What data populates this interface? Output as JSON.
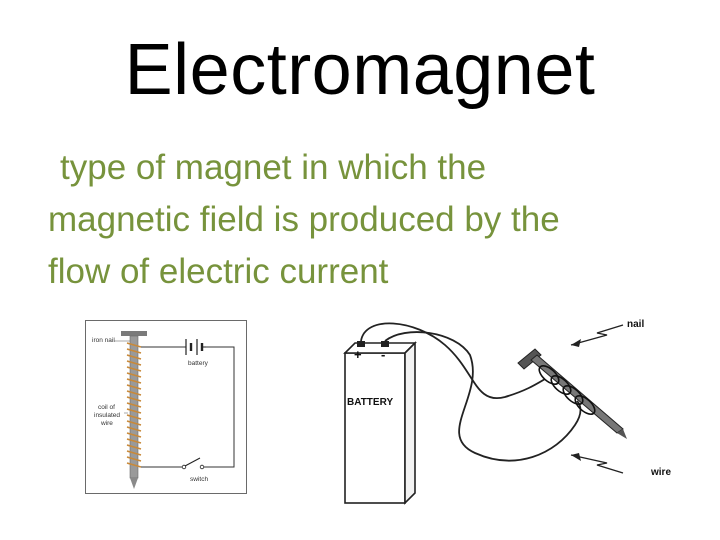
{
  "slide": {
    "title": "Electromagnet",
    "body_lines": [
      "type of magnet in which the",
      "magnetic field is produced by the",
      "flow of electric current"
    ]
  },
  "left_figure": {
    "labels": {
      "nail": "iron nail",
      "battery": "battery",
      "coil_line1": "coil of",
      "coil_line2": "insulated",
      "coil_line3": "wire",
      "switch": "switch"
    }
  },
  "right_figure": {
    "labels": {
      "plus": "+",
      "minus": "-",
      "battery": "BATTERY",
      "nail": "nail",
      "wire": "wire"
    }
  },
  "colors": {
    "title": "#000000",
    "body_text": "#77933c",
    "coil": "#c8893a",
    "nail": "#8a8a8a"
  }
}
